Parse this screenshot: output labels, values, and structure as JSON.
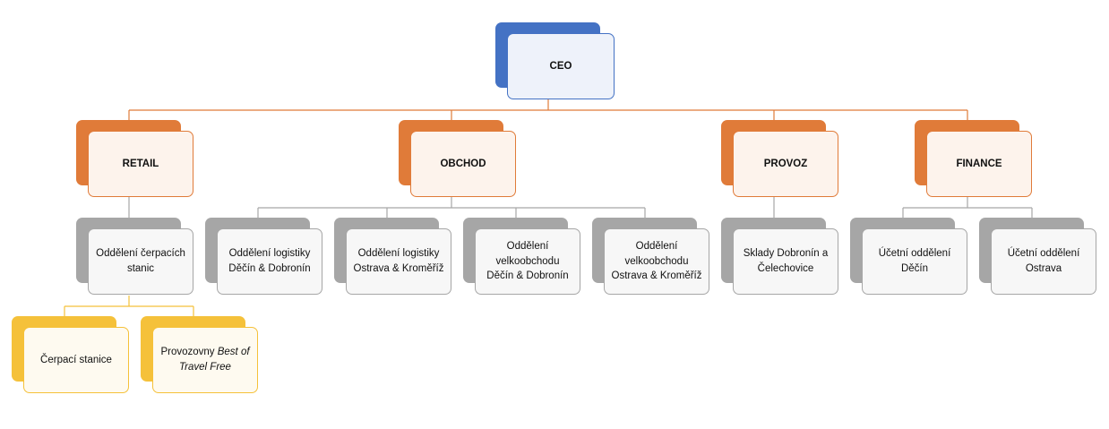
{
  "nodes": {
    "ceo": {
      "lines": [
        "CEO"
      ],
      "color": "#4472c4"
    },
    "retail": {
      "lines": [
        "RETAIL"
      ],
      "color": "#e07b39"
    },
    "obchod": {
      "lines": [
        "OBCHOD"
      ],
      "color": "#e07b39"
    },
    "provoz": {
      "lines": [
        "PROVOZ"
      ],
      "color": "#e07b39"
    },
    "finance": {
      "lines": [
        "FINANCE"
      ],
      "color": "#e07b39"
    },
    "cerpaci_oddeleni": {
      "lines": [
        "Oddělení čerpacích",
        "stanic"
      ]
    },
    "logistika_decin": {
      "lines": [
        "Oddělení logistiky",
        "Děčín & Dobronín"
      ]
    },
    "logistika_ostrava": {
      "lines": [
        "Oddělení logistiky",
        "Ostrava & Kroměříž"
      ]
    },
    "velkoobchod_decin": {
      "lines": [
        "Oddělení",
        "velkoobchodu",
        "Děčín & Dobronín"
      ]
    },
    "velkoobchod_ostrava": {
      "lines": [
        "Oddělení",
        "velkoobchodu",
        "Ostrava & Kroměříž"
      ]
    },
    "sklady": {
      "lines": [
        "Sklady Dobronín a",
        "Čelechovice"
      ]
    },
    "ucetni_decin": {
      "lines": [
        "Účetní oddělení",
        "Děčín"
      ]
    },
    "ucetni_ostrava": {
      "lines": [
        "Účetní oddělení",
        "Ostrava"
      ]
    },
    "cerpaci_stanice": {
      "lines": [
        "Čerpací stanice"
      ]
    },
    "provozovny": {
      "line1": "Provozovny",
      "line1_italic": "Best of",
      "line2_italic": "Travel Free"
    }
  },
  "colors": {
    "blue": "#4472c4",
    "orange": "#e07b39",
    "gray": "#a6a6a6",
    "yellow": "#f5c13a"
  }
}
